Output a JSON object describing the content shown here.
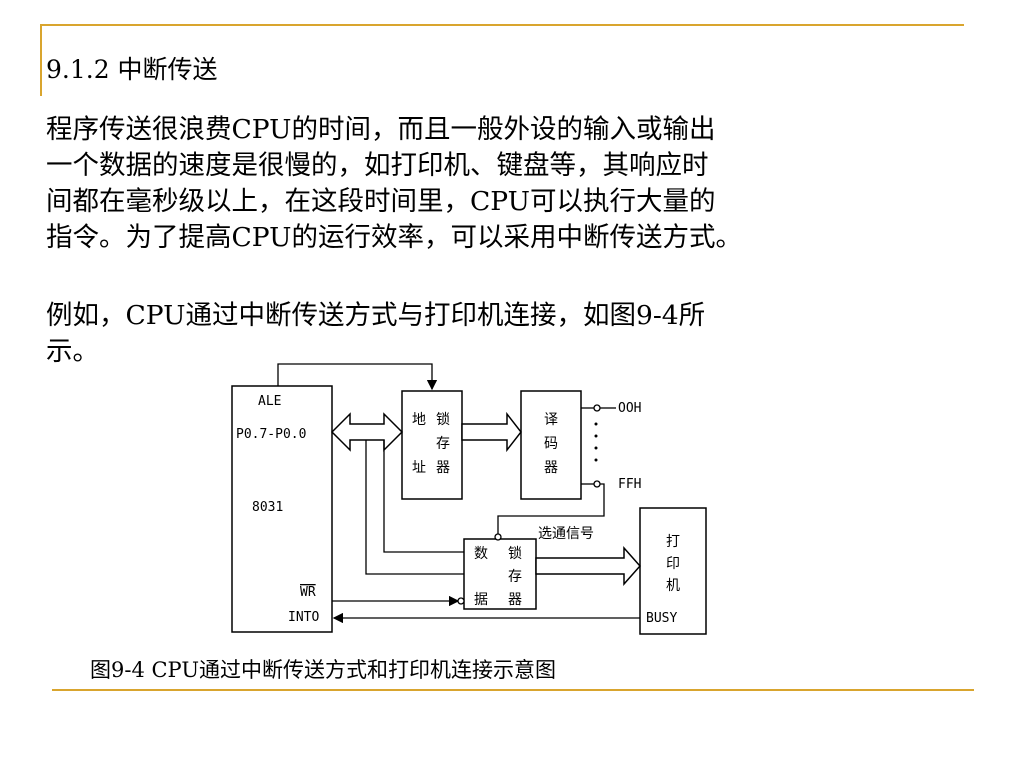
{
  "section": {
    "title": "9.1.2 中断传送"
  },
  "paragraph1": {
    "lines": [
      "程序传送很浪费CPU的时间，而且一般外设的输入或输出",
      "一个数据的速度是很慢的，如打印机、键盘等，其响应时",
      "间都在毫秒级以上，在这段时间里，CPU可以执行大量的",
      "指令。为了提高CPU的运行效率，可以采用中断传送方式。"
    ]
  },
  "paragraph2": {
    "lines": [
      "例如，CPU通过中断传送方式与打印机连接，如图9-4所",
      "示。"
    ]
  },
  "diagram": {
    "cpu": {
      "ale": "ALE",
      "port": "P0.7-P0.0",
      "chip": "8031",
      "wr": "WR",
      "into": "INTO"
    },
    "addr_latch": {
      "c1": "地",
      "c2": "址",
      "c3": "锁",
      "c4": "存",
      "c5": "器"
    },
    "decoder": {
      "c1": "译",
      "c2": "码",
      "c3": "器"
    },
    "decoder_out": {
      "first": "OOH",
      "last": "FFH"
    },
    "strobe": "选通信号",
    "data_latch": {
      "c1": "数",
      "c2": "据",
      "c3": "锁",
      "c4": "存",
      "c5": "器"
    },
    "printer": {
      "c1": "打",
      "c2": "印",
      "c3": "机",
      "busy": "BUSY"
    }
  },
  "caption": "图9-4 CPU通过中断传送方式和打印机连接示意图",
  "colors": {
    "rule": "#d9a52e",
    "text": "#000000"
  }
}
